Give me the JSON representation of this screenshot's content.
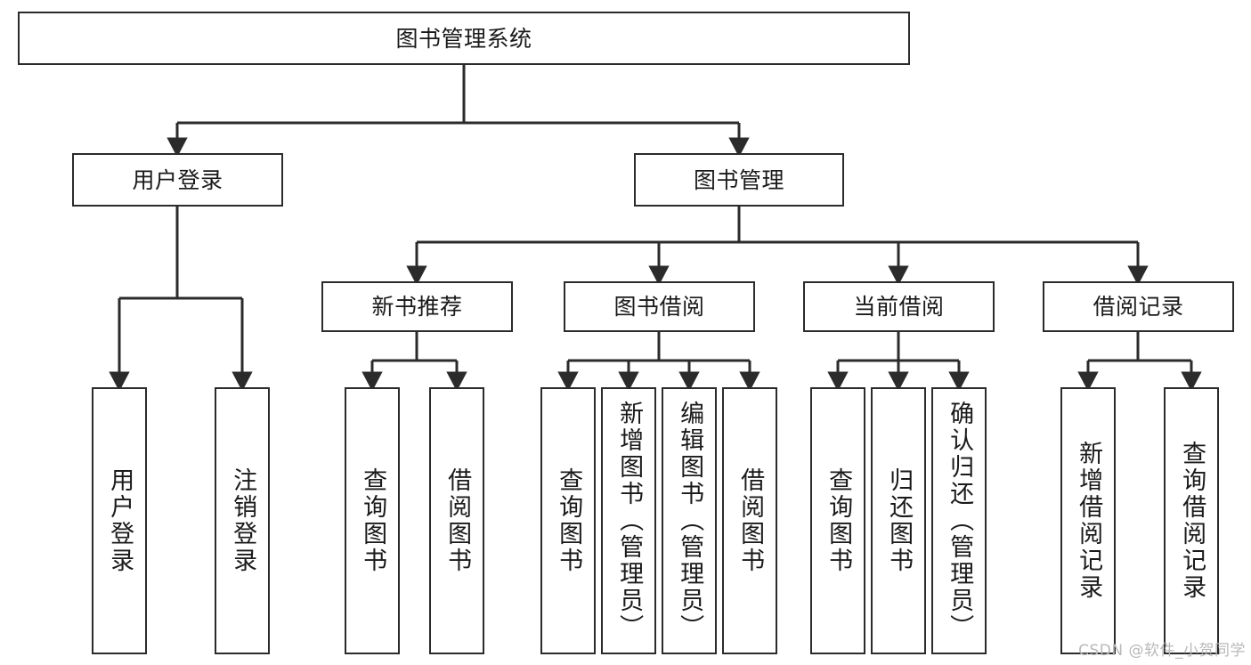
{
  "diagram": {
    "type": "tree",
    "title": "图书管理系统",
    "orientation": "top-down",
    "edge_color": "#2b2b2b",
    "node_border_color": "#2b2b2b",
    "node_fill_color": "#ffffff",
    "text_color": "#1a1a1a"
  },
  "nodes": {
    "root": {
      "label": "图书管理系统"
    },
    "level1": [
      {
        "label": "用户登录"
      },
      {
        "label": "图书管理"
      }
    ],
    "level2": [
      {
        "label": "新书推荐"
      },
      {
        "label": "图书借阅"
      },
      {
        "label": "当前借阅"
      },
      {
        "label": "借阅记录"
      }
    ],
    "leaves": {
      "user_login": [
        {
          "label": "用户登录"
        },
        {
          "label": "注销登录"
        }
      ],
      "new_book_recommend": [
        {
          "label": "查询图书"
        },
        {
          "label": "借阅图书"
        }
      ],
      "book_borrow": [
        {
          "label": "查询图书"
        },
        {
          "label": "新增图书（管理员）"
        },
        {
          "label": "编辑图书（管理员）"
        },
        {
          "label": "借阅图书"
        }
      ],
      "current_borrow": [
        {
          "label": "查询图书"
        },
        {
          "label": "归还图书"
        },
        {
          "label": "确认归还（管理员）"
        }
      ],
      "borrow_record": [
        {
          "label": "新增借阅记录"
        },
        {
          "label": "查询借阅记录"
        }
      ]
    }
  },
  "watermark": {
    "text": "CSDN @软件_小贺同学"
  }
}
